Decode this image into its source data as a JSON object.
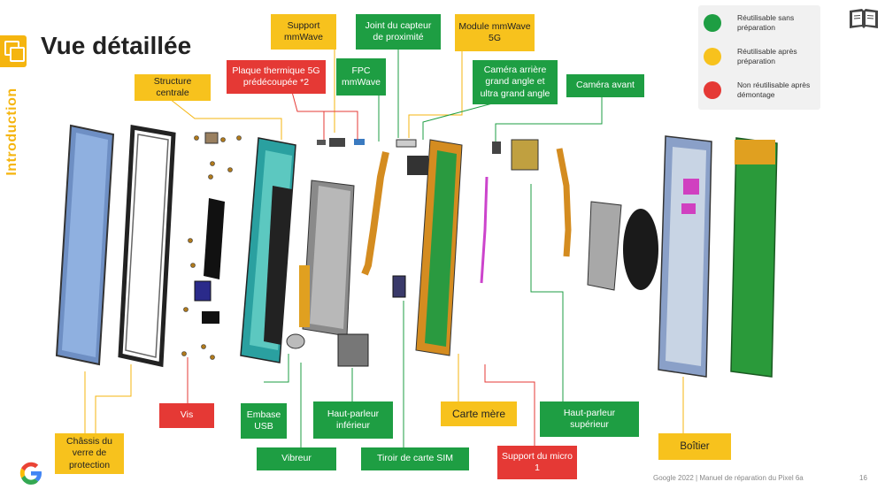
{
  "sidebar": {
    "section_label": "Introduction"
  },
  "title": "Vue détaillée",
  "legend": [
    {
      "label": "Réutilisable sans préparation",
      "color": "#1e9e43"
    },
    {
      "label": "Réutilisable après préparation",
      "color": "#f7c21d"
    },
    {
      "label": "Non réutilisable après démontage",
      "color": "#e53935"
    }
  ],
  "callouts": {
    "support_mmwave": "Support mmWave",
    "joint_capteur": "Joint du capteur de proximité",
    "module_mmwave_5g": "Module mmWave 5G",
    "plaque_thermique": "Plaque thermique 5G prédécoupée *2",
    "structure_centrale": "Structure centrale",
    "fpc_mmwave": "FPC mmWave",
    "camera_arriere": "Caméra arrière grand angle et ultra grand angle",
    "camera_avant": "Caméra avant",
    "vis": "Vis",
    "embase_usb": "Embase USB",
    "haut_parleur_inferieur": "Haut-parleur inférieur",
    "carte_mere": "Carte mère",
    "haut_parleur_superieur": "Haut-parleur supérieur",
    "chassis_verre": "Châssis du verre de protection",
    "vibreur": "Vibreur",
    "tiroir_sim": "Tiroir de carte SIM",
    "support_micro": "Support du micro 1",
    "boitier": "Boîtier"
  },
  "icons": {
    "book": "book-icon",
    "intro": "copy-icon",
    "logo": "google-logo"
  },
  "footer": {
    "text": "Google 2022 | Manuel de réparation du Pixel 6a",
    "page": "16"
  }
}
